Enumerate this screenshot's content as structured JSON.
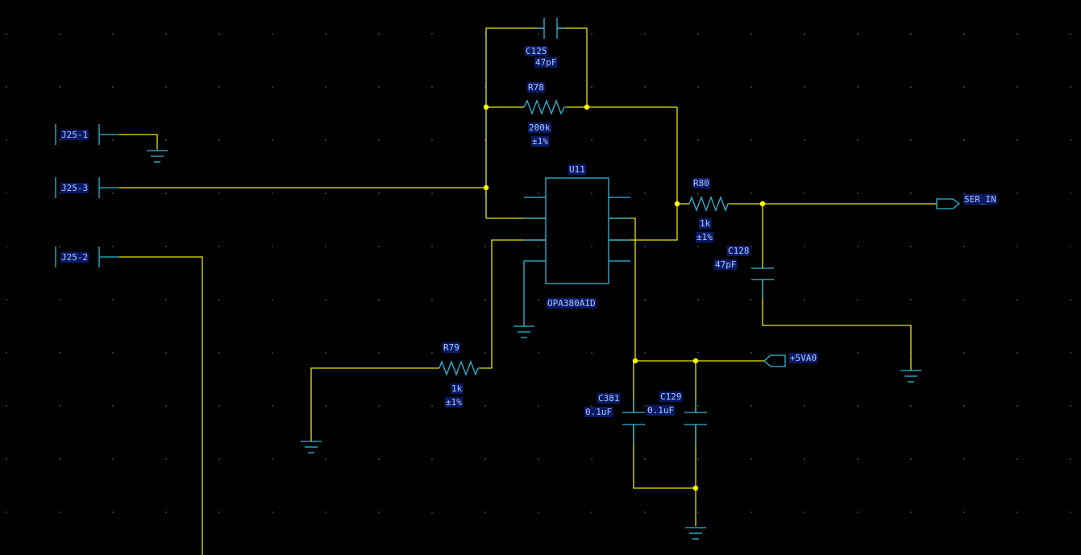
{
  "schematic": {
    "connectors": [
      {
        "id": "j25-1",
        "label": "J25-1"
      },
      {
        "id": "j25-3",
        "label": "J25-3"
      },
      {
        "id": "j25-2",
        "label": "J25-2"
      }
    ],
    "components": {
      "C125": {
        "ref": "C125",
        "value": "47pF"
      },
      "R78": {
        "ref": "R78",
        "value": "200k",
        "tolerance": "±1%"
      },
      "U11": {
        "ref": "U11",
        "part": "OPA380AID"
      },
      "R80": {
        "ref": "R80",
        "value": "1k",
        "tolerance": "±1%"
      },
      "C128": {
        "ref": "C128",
        "value": "47pF"
      },
      "R79": {
        "ref": "R79",
        "value": "1k",
        "tolerance": "±1%"
      },
      "C381": {
        "ref": "C381",
        "value": "0.1uF"
      },
      "C129": {
        "ref": "C129",
        "value": "0.1uF"
      }
    },
    "ports": {
      "ser_in": "SER_IN",
      "vcc": "+5VA0"
    },
    "colors": {
      "background": "#000000",
      "wire": "#e8e800",
      "component": "#2fb8d8",
      "junction": "#ffff00",
      "label_text": "#a8c8ff",
      "label_bg": "#0a1a66"
    }
  }
}
